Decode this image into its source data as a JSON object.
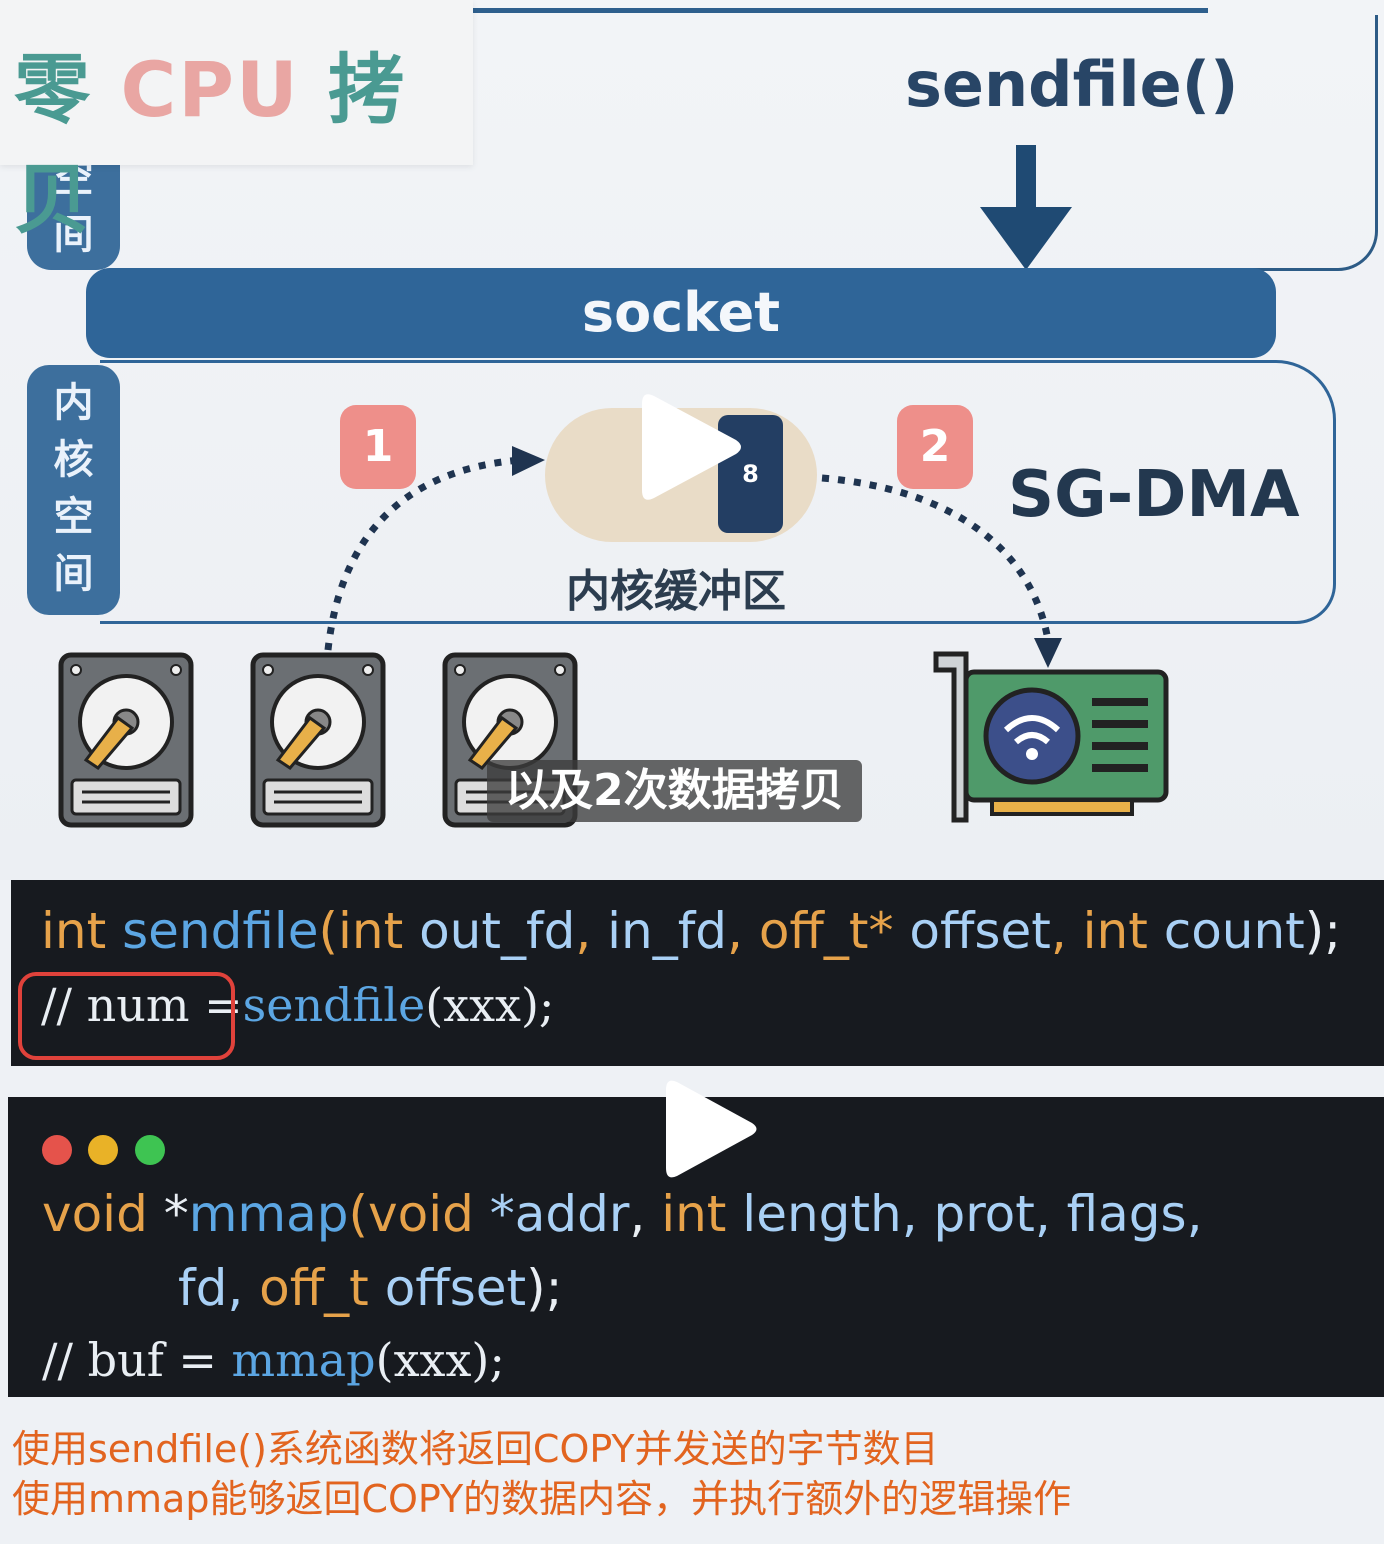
{
  "title": {
    "part1": "零",
    "part2": "CPU",
    "part3": "拷贝"
  },
  "diagram": {
    "sendfile_call": "sendfile()",
    "user_space_label": [
      "空",
      "间"
    ],
    "kernel_space_label": [
      "内",
      "核",
      "空",
      "间"
    ],
    "socket_label": "socket",
    "sg_dma_label": "SG-DMA",
    "step1": "1",
    "step2": "2",
    "buffer_slot": "8",
    "buffer_label": "内核缓冲区",
    "caption": "以及2次数据拷贝",
    "icons": [
      "hard-disk-icon",
      "network-card-icon",
      "play-icon",
      "arrow-down-icon"
    ]
  },
  "code_sendfile": {
    "signature": {
      "ret": "int",
      "name": "sendfile",
      "open": "(",
      "p1_type": "int",
      "p1_name": " out_fd",
      "c1": ", ",
      "p2_name": "in_fd",
      "c2": ", ",
      "p3_type": "off_t*",
      "p3_name": " offset",
      "c3": ", ",
      "p4_type": "int",
      "p4_name": " count",
      "close": ");"
    },
    "usage": {
      "comment": "// num =",
      "call": "sendfile",
      "args": "(xxx);"
    }
  },
  "code_mmap": {
    "dot_colors": [
      "#e5534b",
      "#e9b227",
      "#3ec452"
    ],
    "line1": {
      "ret": "void",
      "star": " *",
      "name": "mmap",
      "open": "(",
      "p1_type": "void",
      "p1_name": " *addr",
      "c1": ", ",
      "p2_type": "int",
      "p2_name": " length",
      "rest": ", prot, flags,"
    },
    "line2": {
      "fd": "fd, ",
      "type": "off_t",
      "name": " offset",
      "close": ");"
    },
    "usage": {
      "comment": "// buf =",
      "call": "mmap",
      "args": "(xxx);"
    }
  },
  "notes": [
    "使用sendfile()系统函数将返回COPY并发送的字节数目",
    "使用mmap能够返回COPY的数据内容，并执行额外的逻辑操作"
  ]
}
